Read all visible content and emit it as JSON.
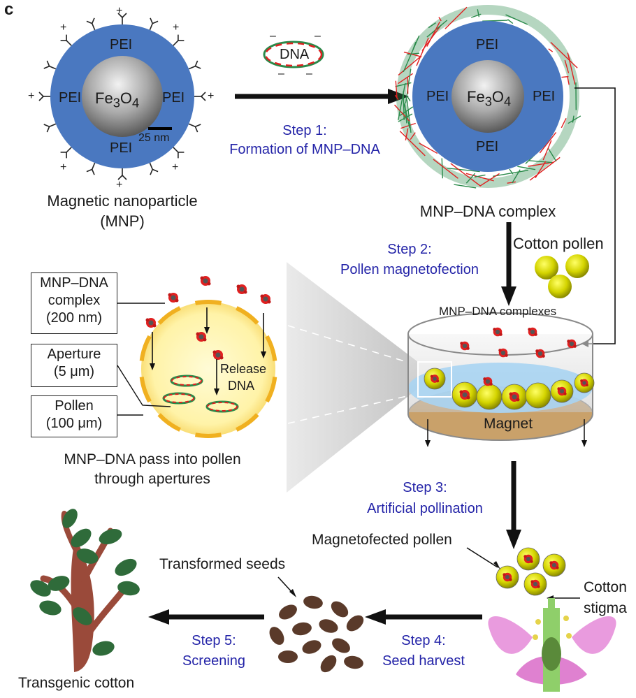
{
  "panel_label": "c",
  "mnp": {
    "pei_labels": [
      "PEI",
      "PEI",
      "PEI",
      "PEI"
    ],
    "core_label": "Fe",
    "core_sub1": "3",
    "core_mid": "O",
    "core_sub2": "4",
    "scale_label": "25 nm",
    "caption_line1": "Magnetic nanoparticle",
    "caption_line2": "(MNP)",
    "charge": "+"
  },
  "dna": {
    "label": "DNA",
    "charge": "–"
  },
  "step1": {
    "line1": "Step 1:",
    "line2": "Formation of MNP–DNA"
  },
  "complex": {
    "caption": "MNP–DNA complex"
  },
  "step2": {
    "line1": "Step 2:",
    "line2": "Pollen magnetofection"
  },
  "cotton_pollen": "Cotton pollen",
  "dish": {
    "complexes_label": "MNP–DNA  complexes",
    "magnet_label": "Magnet"
  },
  "inset": {
    "box1_line1": "MNP–DNA",
    "box1_line2": "complex",
    "box1_line3": "(200 nm)",
    "box2_line1": "Aperture",
    "box2_line2": "(5 μm)",
    "box3_line1": "Pollen",
    "box3_line2": "(100 μm)",
    "release_line1": "Release",
    "release_line2": "DNA",
    "caption_line1": "MNP–DNA pass into pollen",
    "caption_line2": "through apertures"
  },
  "step3": {
    "line1": "Step 3:",
    "line2": "Artificial pollination"
  },
  "magnetofected_pollen": "Magnetofected pollen",
  "cotton_stigma": {
    "line1": "Cotton",
    "line2": "stigma"
  },
  "step4": {
    "line1": "Step 4:",
    "line2": "Seed harvest"
  },
  "transformed_seeds": "Transformed seeds",
  "step5": {
    "line1": "Step 5:",
    "line2": "Screening"
  },
  "transgenic_cotton": "Transgenic cotton",
  "colors": {
    "shell": "#4a78c0",
    "step_text": "#2424a8",
    "pollen": "#c8c800",
    "dna_red": "#e02020",
    "dna_green": "#2a8a4a",
    "magnet": "#c9a16a",
    "aperture": "#f0b020",
    "leaf": "#2f6b3a",
    "stem": "#9a4a3a"
  }
}
